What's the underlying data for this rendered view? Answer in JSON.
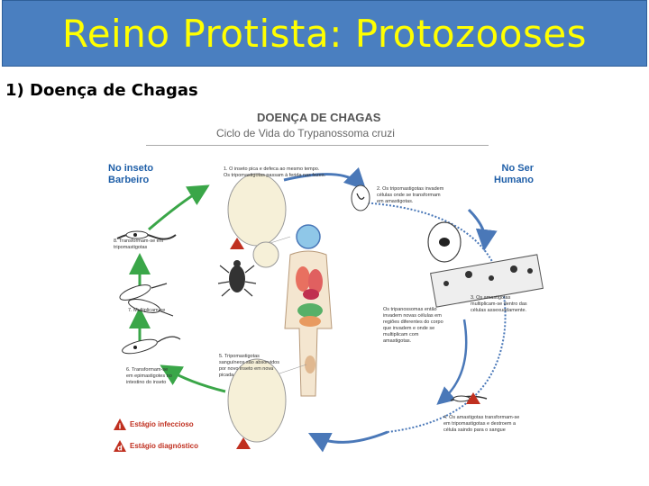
{
  "header": {
    "title": "Reino Protista: Protozooses"
  },
  "section": {
    "label": "1) Doença de Chagas"
  },
  "diagram": {
    "title": "DOENÇA DE CHAGAS",
    "subtitle": "Ciclo de Vida do Trypanossoma cruzi",
    "host_insect": [
      "No inseto",
      "Barbeiro"
    ],
    "host_human": [
      "No Ser",
      "Humano"
    ],
    "steps": {
      "s1": [
        "1. O inseto pica e defeca ao mesmo tempo.",
        "Os tripomastigotas passam à ferida nas fezes."
      ],
      "s2": [
        "2. Os tripomastigotas invadem",
        "células onde se transformam",
        "em amastigotas."
      ],
      "s3": [
        "3. Os amastigotas",
        "multiplicam-se dentro das",
        "células assexuadamente."
      ],
      "s3b": [
        "Os tripanossomas então",
        "invadem novas células em",
        "regiões diferentes do corpo",
        "que invadem e onde se",
        "multiplicam com",
        "amastigotas."
      ],
      "s4": [
        "4. Os amastigotas transformam-se",
        "em tripomastigotas e destroem a",
        "célula saindo para o sangue"
      ],
      "s5": [
        "5. Tripomastigotas",
        "sanguíneos são absorvidos",
        "por novo inseto em nova",
        "picada"
      ],
      "s6": [
        "6. Transformam-se",
        "em epimastigotes no",
        "intestino do inseto"
      ],
      "s7": [
        "7. Multiplicam-se"
      ],
      "s8": [
        "8. Transformam-se em",
        "tripomastigotas"
      ]
    },
    "legend": {
      "infective": {
        "mark": "i",
        "label": "Estágio infeccioso"
      },
      "diagnostic": {
        "mark": "d",
        "label": "Estágio diagnóstico"
      }
    },
    "colors": {
      "arrow_green": "#3aa648",
      "arrow_blue": "#4a78b8",
      "warning_red": "#c03020",
      "accent": "#1f5fa8"
    }
  }
}
